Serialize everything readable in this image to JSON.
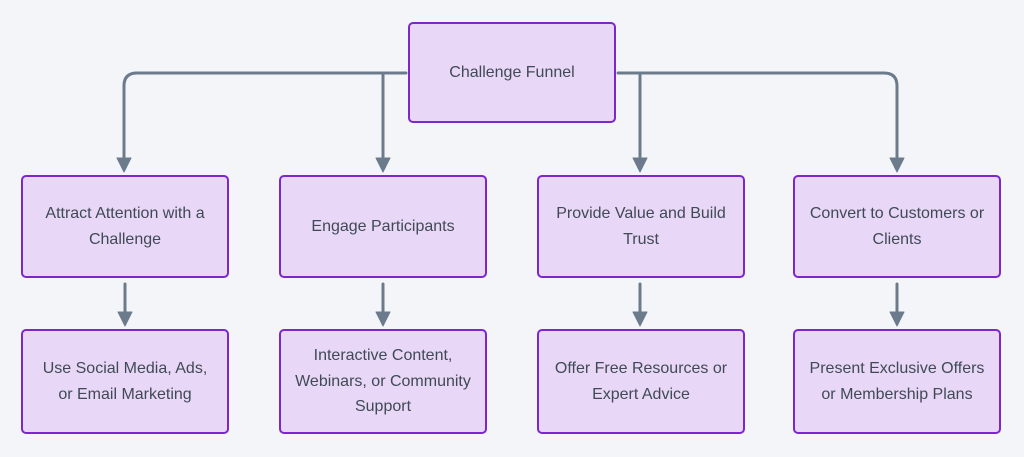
{
  "diagram": {
    "type": "flowchart",
    "root": {
      "label": "Challenge Funnel"
    },
    "columns": [
      {
        "stage": "Attract Attention with a Challenge",
        "tactic": "Use Social Media, Ads, or Email Marketing"
      },
      {
        "stage": "Engage Participants",
        "tactic": "Interactive Content, Webinars, or Community Support"
      },
      {
        "stage": "Provide Value and Build Trust",
        "tactic": "Offer Free Resources or Expert Advice"
      },
      {
        "stage": "Convert to Customers or Clients",
        "tactic": "Present Exclusive Offers or Membership Plans"
      }
    ]
  },
  "colors": {
    "background": "#f4f5f9",
    "node_fill": "#e9d7f7",
    "node_border": "#7d26ce",
    "node_text": "#3f4a56",
    "connector": "#6b7b8c"
  }
}
